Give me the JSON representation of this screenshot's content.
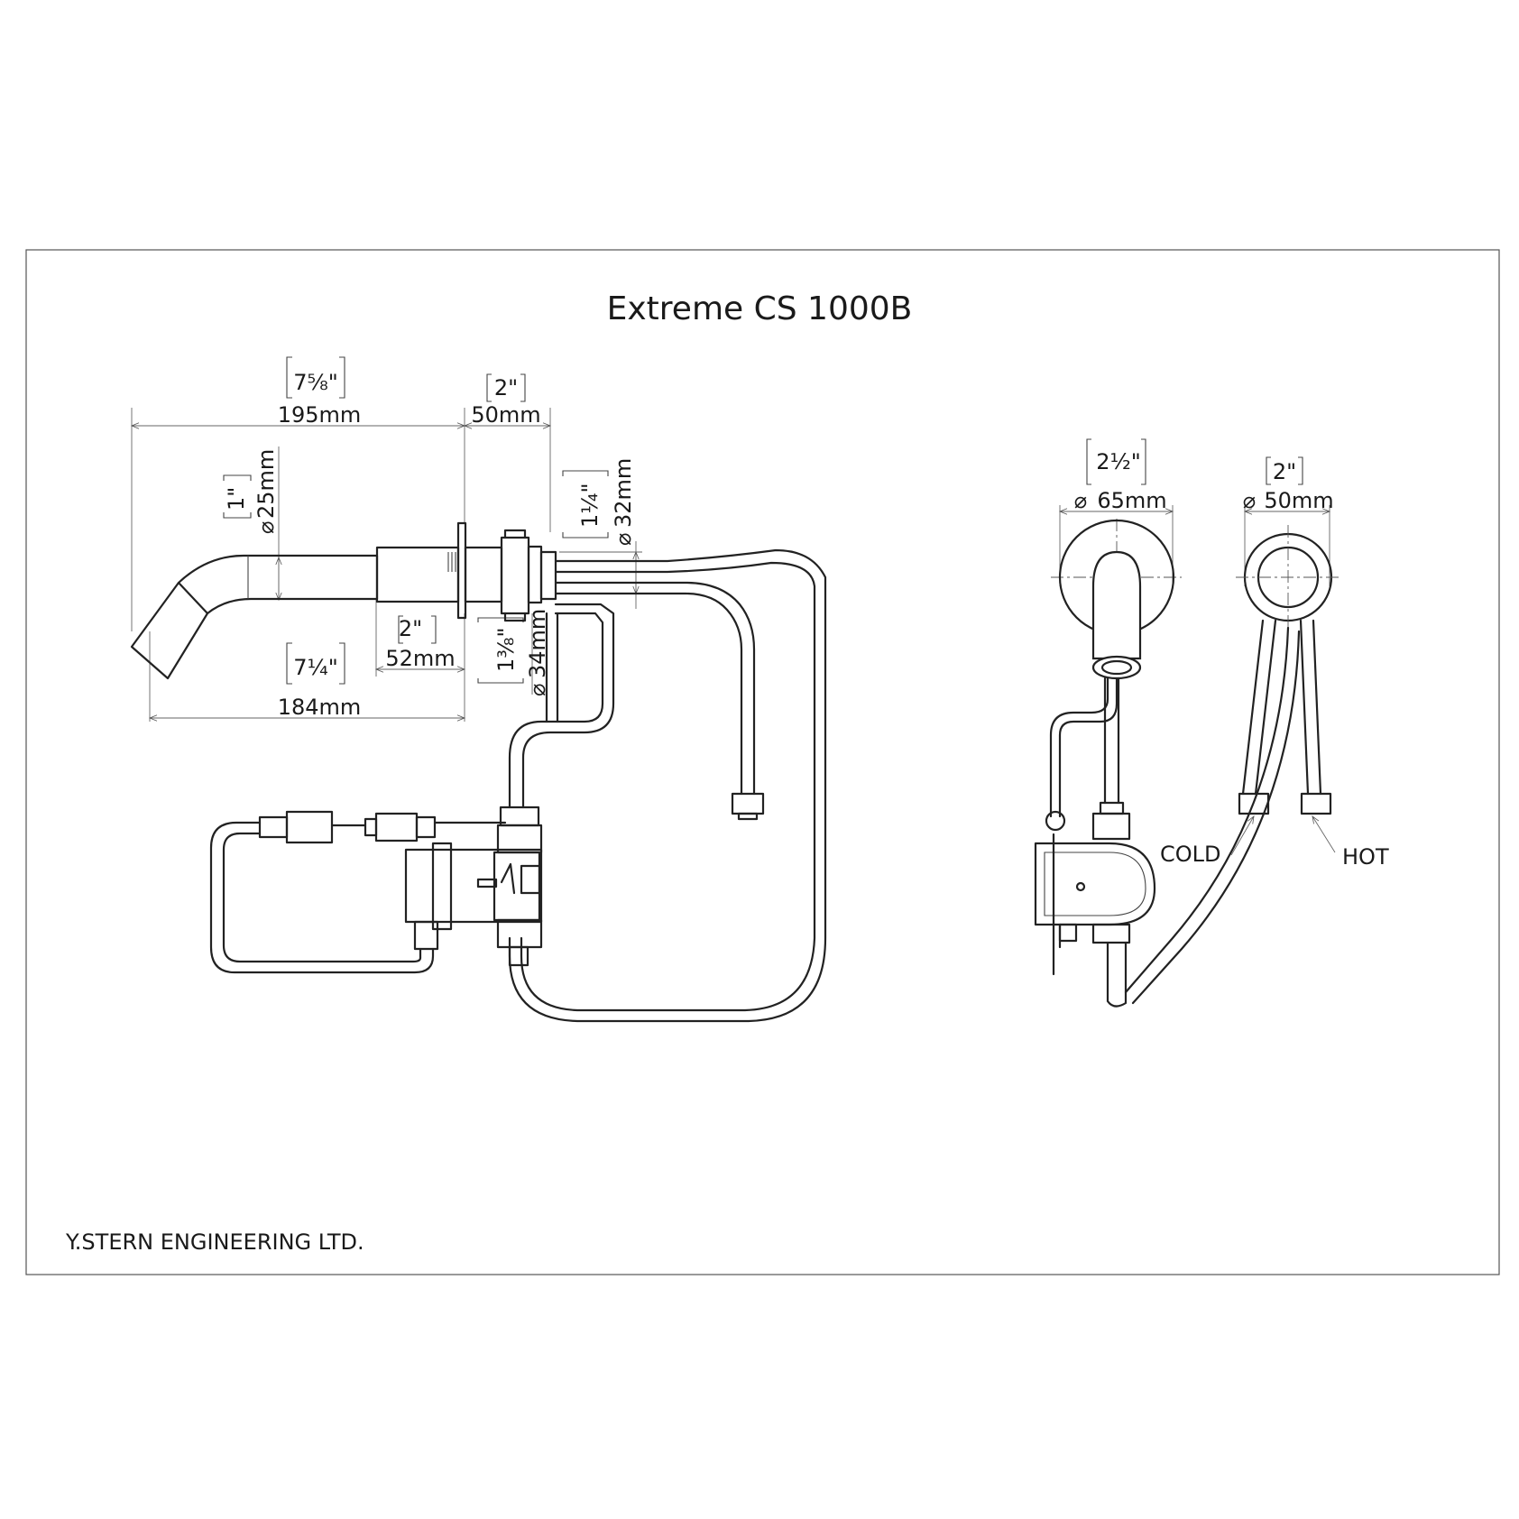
{
  "title": "Extreme CS 1000B",
  "company": "Y.STERN ENGINEERING LTD.",
  "side_view": {
    "length_195": {
      "mm": "195mm",
      "inch": "7⅝\""
    },
    "flange_50": {
      "mm": "50mm",
      "inch": "2\""
    },
    "spout_dia": {
      "mm": "25mm",
      "inch": "1\""
    },
    "nut_dia": {
      "mm": "32mm",
      "inch": "1¼\""
    },
    "body_52": {
      "mm": "52mm",
      "inch": "2\""
    },
    "length_184": {
      "mm": "184mm",
      "inch": "7¼\""
    },
    "valve_dia": {
      "mm": "34mm",
      "inch": "1⅜\""
    }
  },
  "front_view": {
    "spout_plate": {
      "mm": "65mm",
      "inch": "2½\""
    },
    "control_plate": {
      "mm": "50mm",
      "inch": "2\""
    },
    "cold_label": "COLD",
    "hot_label": "HOT"
  }
}
